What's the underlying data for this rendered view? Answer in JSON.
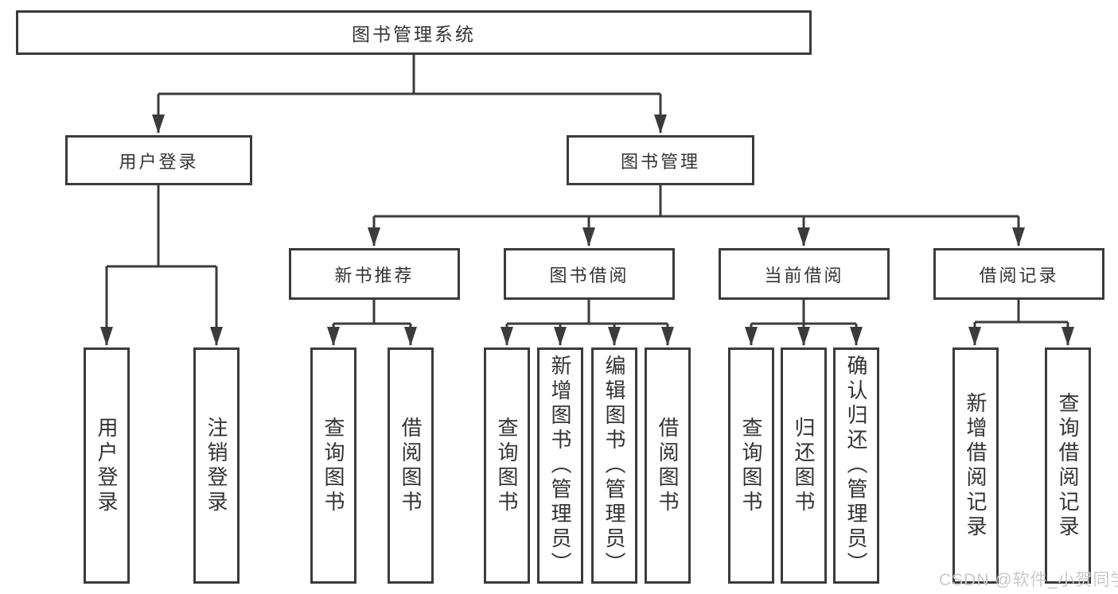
{
  "nodes": {
    "root": {
      "label": "图书管理系统"
    },
    "level2": [
      {
        "label": "用户登录"
      },
      {
        "label": "图书管理"
      }
    ],
    "level3": [
      {
        "label": "新书推荐"
      },
      {
        "label": "图书借阅"
      },
      {
        "label": "当前借阅"
      },
      {
        "label": "借阅记录"
      }
    ],
    "leaves": {
      "user_login": [
        "用户登录",
        "注销登录"
      ],
      "new_book_recommend": [
        "查询图书",
        "借阅图书"
      ],
      "book_borrow": [
        "查询图书",
        "新增图书（管理员）",
        "编辑图书（管理员）",
        "借阅图书"
      ],
      "current_borrow": [
        "查询图书",
        "归还图书",
        "确认归还（管理员）"
      ],
      "borrow_record": [
        "新增借阅记录",
        "查询借阅记录"
      ]
    }
  },
  "watermark": {
    "text": "CSDN @软件_小贺同学"
  },
  "colors": {
    "line": "#3b3b3b",
    "text": "#333333",
    "box_background": "#ffffff",
    "watermark": "#c9c9c9",
    "page_background": "#ffffff"
  }
}
